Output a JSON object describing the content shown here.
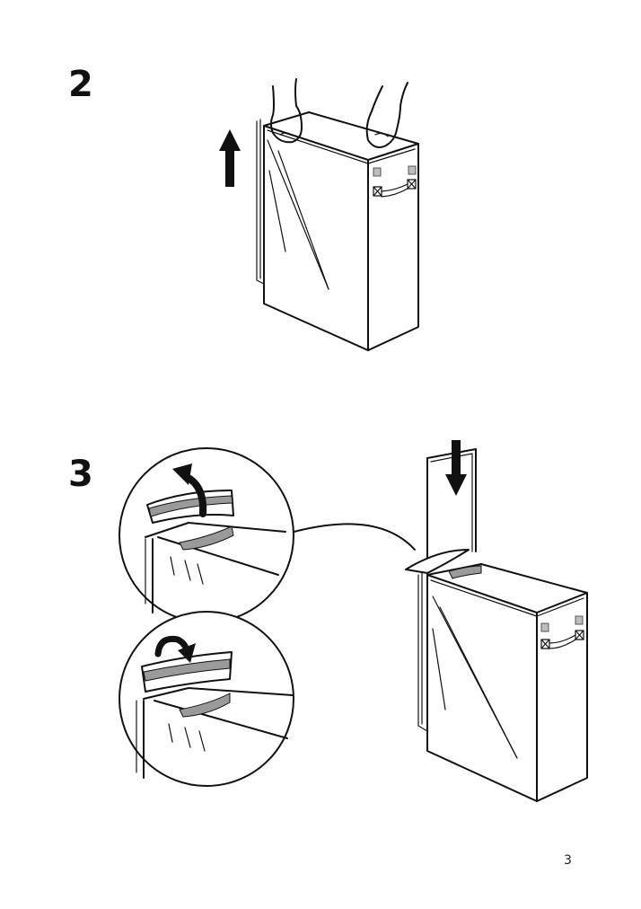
{
  "steps": [
    {
      "number": "2"
    },
    {
      "number": "3"
    }
  ],
  "page": {
    "number": "3"
  },
  "icons": [
    "arrow-up-icon",
    "arrow-down-icon",
    "curved-arrow-icon"
  ]
}
